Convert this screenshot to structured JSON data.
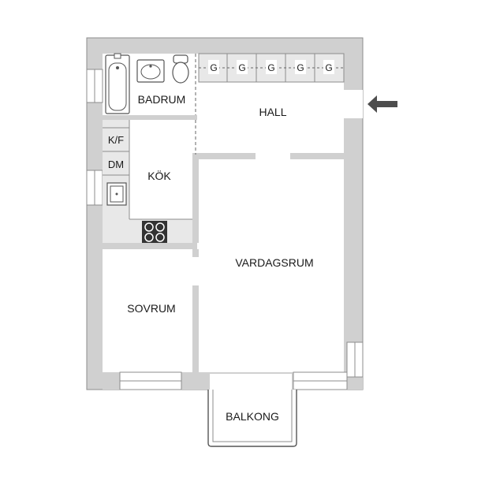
{
  "colors": {
    "wall": "#d0d0d0",
    "wall_stroke": "#8c8c8c",
    "floor": "#ffffff",
    "fixture": "#e8e8e8",
    "dark": "#333333",
    "arrow": "#4d4d4d"
  },
  "rooms": {
    "badrum": "BADRUM",
    "hall": "HALL",
    "kok": "KÖK",
    "kf": "K/F",
    "dm": "DM",
    "vardagsrum": "VARDAGSRUM",
    "sovrum": "SOVRUM",
    "balkong": "BALKONG"
  },
  "wardrobe_labels": [
    "G",
    "G",
    "G",
    "G",
    "G"
  ],
  "icons": [
    "bathtub-icon",
    "washbasin-icon",
    "toilet-icon",
    "sink-icon",
    "stove-icon",
    "entrance-arrow-icon"
  ]
}
